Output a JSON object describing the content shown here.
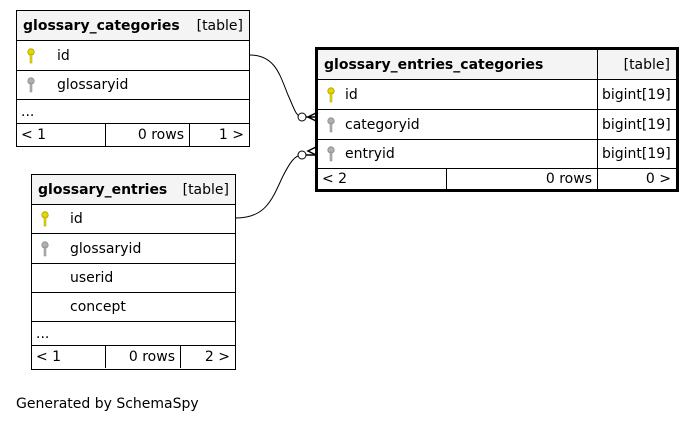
{
  "glossary_categories": {
    "name": "glossary_categories",
    "kind": "[table]",
    "columns": [
      {
        "name": "id",
        "key": "primary-key-icon"
      },
      {
        "name": "glossaryid",
        "key": "foreign-key-icon"
      }
    ],
    "more": "...",
    "footer": {
      "prev": "< 1",
      "rows": "0 rows",
      "next": "1 >"
    }
  },
  "glossary_entries": {
    "name": "glossary_entries",
    "kind": "[table]",
    "columns": [
      {
        "name": "id",
        "key": "primary-key-icon"
      },
      {
        "name": "glossaryid",
        "key": "foreign-key-icon"
      },
      {
        "name": "userid",
        "key": ""
      },
      {
        "name": "concept",
        "key": ""
      }
    ],
    "more": "...",
    "footer": {
      "prev": "< 1",
      "rows": "0 rows",
      "next": "2 >"
    }
  },
  "glossary_entries_categories": {
    "name": "glossary_entries_categories",
    "kind": "[table]",
    "columns": [
      {
        "name": "id",
        "type": "bigint[19]",
        "key": "primary-key-icon"
      },
      {
        "name": "categoryid",
        "type": "bigint[19]",
        "key": "foreign-key-icon"
      },
      {
        "name": "entryid",
        "type": "bigint[19]",
        "key": "foreign-key-icon"
      }
    ],
    "footer": {
      "prev": "< 2",
      "rows": "0 rows",
      "next": "0 >"
    }
  },
  "colors": {
    "primary_key": "#e6d800",
    "foreign_key": "#b0b0b0",
    "header_bg": "#f4f4f4"
  },
  "generated_by": "Generated by SchemaSpy"
}
